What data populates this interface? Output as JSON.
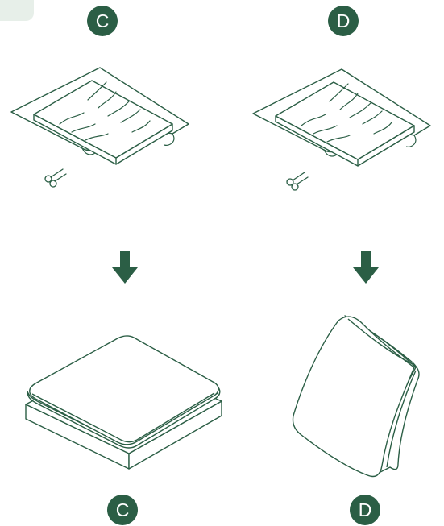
{
  "theme": {
    "accent": "#2b5e45",
    "line": "#2b5e45",
    "fill": "#ffffff",
    "corner_mark": "#e7efe9"
  },
  "panels": [
    {
      "id": "C",
      "badge_top": "C",
      "badge_bottom": "C",
      "before_icon": "vacuum-packed-cushion-icon",
      "tool_icon": "scissors-icon",
      "arrow_icon": "arrow-down-icon",
      "after_icon": "expanded-seat-cushion-icon"
    },
    {
      "id": "D",
      "badge_top": "D",
      "badge_bottom": "D",
      "before_icon": "vacuum-packed-cushion-icon",
      "tool_icon": "scissors-icon",
      "arrow_icon": "arrow-down-icon",
      "after_icon": "expanded-back-cushion-icon"
    }
  ]
}
